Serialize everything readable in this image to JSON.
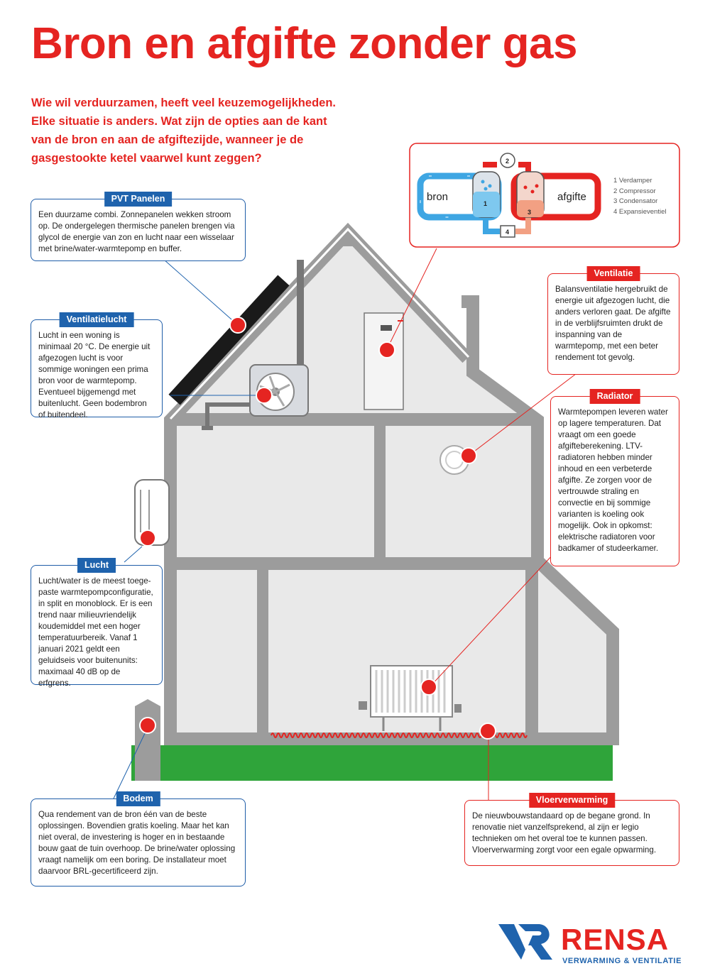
{
  "title": "Bron en afgifte zonder gas",
  "intro": [
    "Wie wil verduurzamen, heeft veel keuzemogelijkheden.",
    "Elke situatie is anders. Wat zijn de opties aan de kant",
    "van de bron en aan de afgiftezijde, wanneer je de",
    "gasgestookte ketel vaarwel kunt zeggen?"
  ],
  "colors": {
    "accent": "#e52421",
    "blue": "#1f63ad",
    "house": "#9c9c9c",
    "wall": "#e9e9e9",
    "grass": "#2fa43a"
  },
  "diagram": {
    "bron": "bron",
    "afgifte": "afgifte",
    "numbers": [
      "1",
      "2",
      "3",
      "4"
    ],
    "legend": [
      "1  Verdamper",
      "2  Compressor",
      "3  Condensator",
      "4  Expansieventiel"
    ]
  },
  "callouts": {
    "pvt": {
      "label": "PVT Panelen",
      "text": "Een duurzame combi. Zonnepanelen wekken stroom op. De ondergelegen thermische panelen brengen via glycol de energie van zon en lucht naar een wisselaar met brine/water-warmtepomp en buffer."
    },
    "ventilatielucht": {
      "label": "Ventilatielucht",
      "text": "Lucht in een woning is minimaal 20 °C. De energie uit afgezogen lucht is voor sommige woningen een prima bron voor de warmtepomp. Eventueel bijgemengd met buitenlucht. Geen bodembron of buitendeel."
    },
    "lucht": {
      "label": "Lucht",
      "text": "Lucht/water is de meest toege-paste warmtepompconfiguratie, in split en monoblock.  Er is een trend naar milieuvriendelijk koudemiddel met een hoger temperatuurbereik. Vanaf 1 januari 2021 geldt een geluidseis voor buitenunits: maximaal 40 dB op de erfgrens."
    },
    "bodem": {
      "label": "Bodem",
      "text": "Qua rendement van de bron één van de beste oplossingen. Bovendien gratis koeling. Maar het kan niet overal, de investering is hoger en in bestaande bouw gaat de tuin overhoop. De brine/water oplossing vraagt namelijk om een boring. De installateur moet daarvoor BRL-gecertificeerd zijn."
    },
    "ventilatie": {
      "label": "Ventilatie",
      "text": "Balansventilatie hergebruikt de energie uit afgezogen lucht, die anders verloren gaat. De afgifte in de verblijfsruimten drukt de inspanning van de warmtepomp, met een beter rendement tot gevolg."
    },
    "radiator": {
      "label": "Radiator",
      "text": "Warmtepompen leveren water op lagere temperaturen. Dat vraagt om een goede afgifteberekening. LTV-radiatoren hebben minder inhoud en een verbeterde afgifte. Ze zorgen voor de vertrouwde straling en convectie en bij sommige varianten is koeling ook mogelijk. Ook in opkomst: elektrische radiatoren voor badkamer of studeerkamer."
    },
    "vloer": {
      "label": "Vloerverwarming",
      "text": "De nieuwbouwstandaard op de begane grond. In renovatie niet vanzelfsprekend, al zijn er legio technieken om het overal toe te kunnen passen. Vloerverwarming zorgt voor een egale opwarming."
    }
  },
  "logo": {
    "name": "RENSA",
    "tagline": "VERWARMING & VENTILATIE"
  }
}
